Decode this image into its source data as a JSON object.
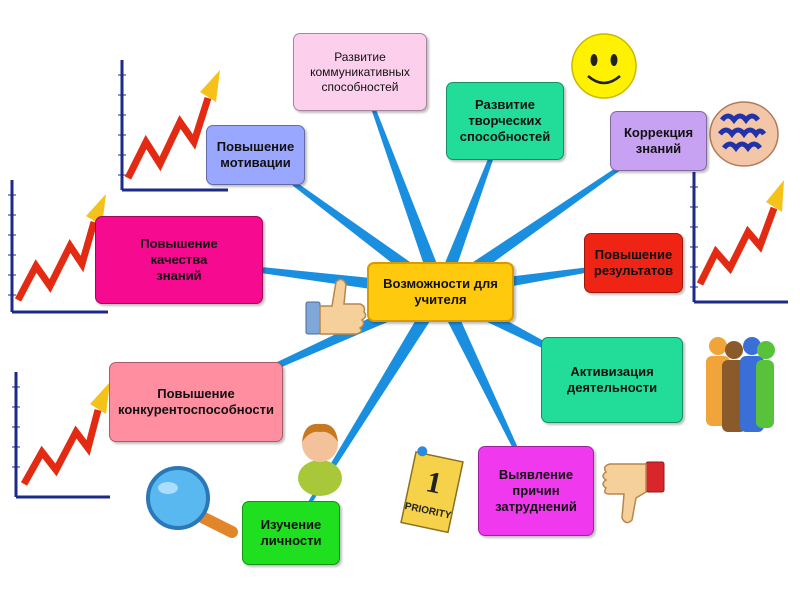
{
  "center": {
    "label": "Возможности для\nучителя",
    "color": "#ffc90e"
  },
  "nodes": [
    {
      "id": "communication",
      "label": "Развитие\nкоммуникативных\nспособностей",
      "color": "#fccfed"
    },
    {
      "id": "creativity",
      "label": "Развитие\nтворческих\nспособностей",
      "color": "#22dc9a"
    },
    {
      "id": "correction",
      "label": "Коррекция\nзнаний",
      "color": "#c8a2f2"
    },
    {
      "id": "motivation",
      "label": "Повышение\nмотивации",
      "color": "#9aa7ff"
    },
    {
      "id": "quality",
      "label": "Повышение\nкачества\nзнаний",
      "color": "#f50a90"
    },
    {
      "id": "results",
      "label": "Повышение\nрезультатов",
      "color": "#f02414"
    },
    {
      "id": "activation",
      "label": "Активизация\nдеятельности",
      "color": "#22dc9a"
    },
    {
      "id": "competitiveness",
      "label": "Повышение\nконкурентоспособности",
      "color": "#ff8ea0"
    },
    {
      "id": "personality",
      "label": "Изучение\nличности",
      "color": "#1ee01e"
    },
    {
      "id": "difficulties",
      "label": "Выявление\nпричин\nзатруднений",
      "color": "#f038ef"
    }
  ],
  "decorations": {
    "note_number": "1",
    "note_text": "PRIORITY"
  },
  "colors": {
    "spoke": "#1a8fe0",
    "chart_line": "#e32a12",
    "chart_arrow": "#f5c21a",
    "axis": "#1c2a8a"
  }
}
